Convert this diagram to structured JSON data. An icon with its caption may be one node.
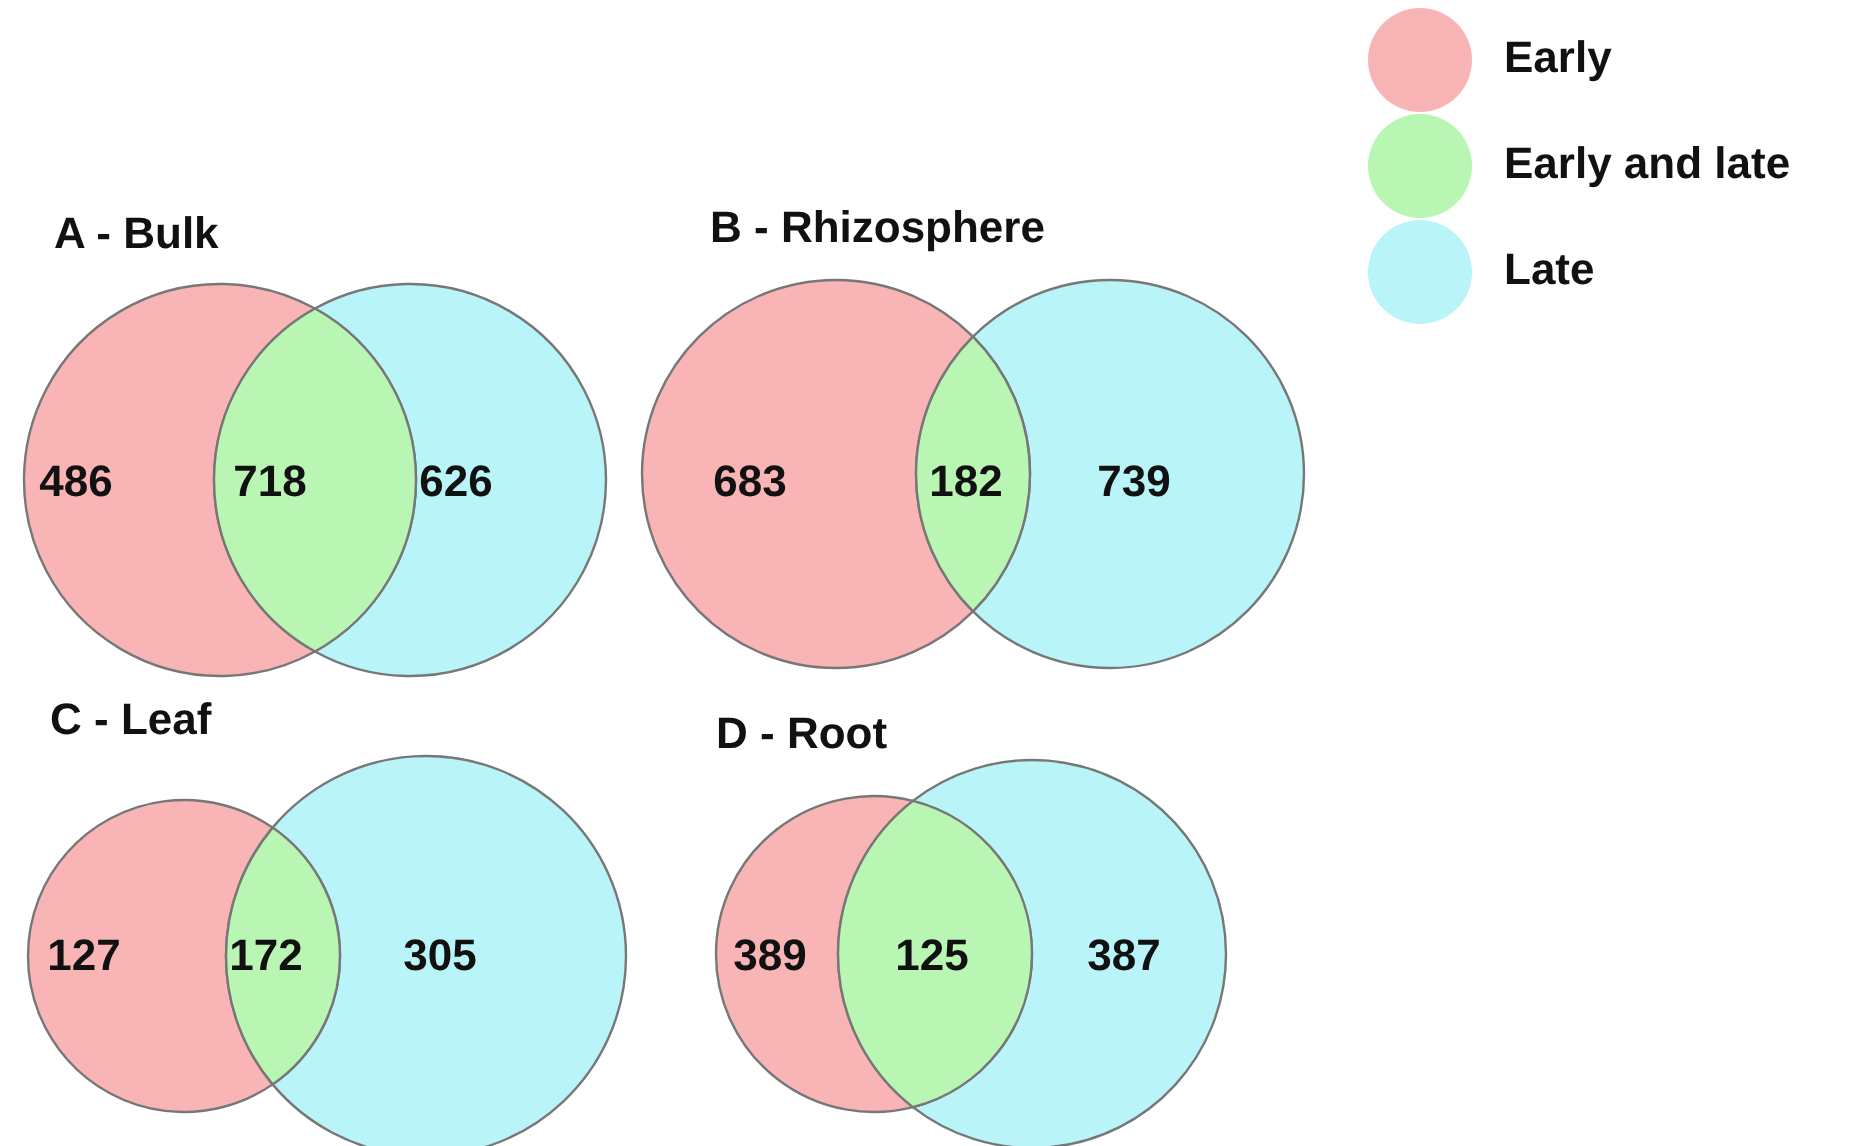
{
  "diagram": {
    "nodes": [
      {
        "text": [
          "486"
        ]
      },
      {
        "text": [
          "718"
        ]
      },
      {
        "text": [
          "626"
        ]
      },
      {
        "text": [
          "683"
        ]
      },
      {
        "text": [
          "182"
        ]
      },
      {
        "text": [
          "739"
        ]
      },
      {
        "text": [
          "127"
        ]
      },
      {
        "text": [
          "172"
        ]
      },
      {
        "text": [
          "305"
        ]
      },
      {
        "text": [
          "389"
        ]
      },
      {
        "text": [
          "125"
        ]
      },
      {
        "text": [
          "387"
        ]
      }
    ],
    "edges": [],
    "labels": [
      "A - Bulk",
      "B - Rhizosphere",
      "C - Leaf",
      "D - Root"
    ],
    "legend": [
      {
        "text": "Early",
        "color": "#f9b5b5"
      },
      {
        "text": "Early and late",
        "color": "#b9f5b3"
      },
      {
        "text": "Late",
        "color": "#b8f4f8"
      }
    ]
  }
}
